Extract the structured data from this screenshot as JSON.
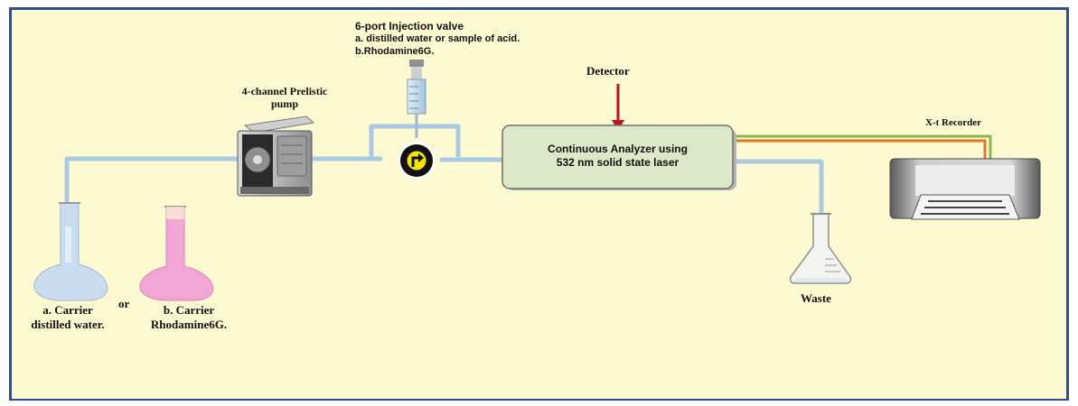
{
  "injection": {
    "title": "6-port Injection valve",
    "line_a": "a. distilled water or sample of acid.",
    "line_b": "b.Rhodamine6G."
  },
  "pump": {
    "line1": "4-channel Prelistic",
    "line2": "pump"
  },
  "detector": {
    "label": "Detector"
  },
  "analyzer": {
    "line1": "Continuous Analyzer using",
    "line2": "532 nm solid state laser"
  },
  "recorder": {
    "label": "X-t Recorder"
  },
  "waste": {
    "label": "Waste"
  },
  "flask_a": {
    "line1": "a. Carrier",
    "line2": "distilled water."
  },
  "flask_b": {
    "line1": "b. Carrier",
    "line2": "Rhodamine6G."
  },
  "or_label": "or",
  "colors": {
    "background": "#fdfad2",
    "border": "#2f4f8a",
    "tubing": "#a9c9e4",
    "analyzer_fill": "#dce8c8",
    "detector_arrow": "#c0141c",
    "signal_orange": "#e8742a",
    "signal_green": "#8ab84a",
    "flask_a_liquid": "#c9dcf0",
    "flask_b_liquid": "#f2a6d6"
  }
}
